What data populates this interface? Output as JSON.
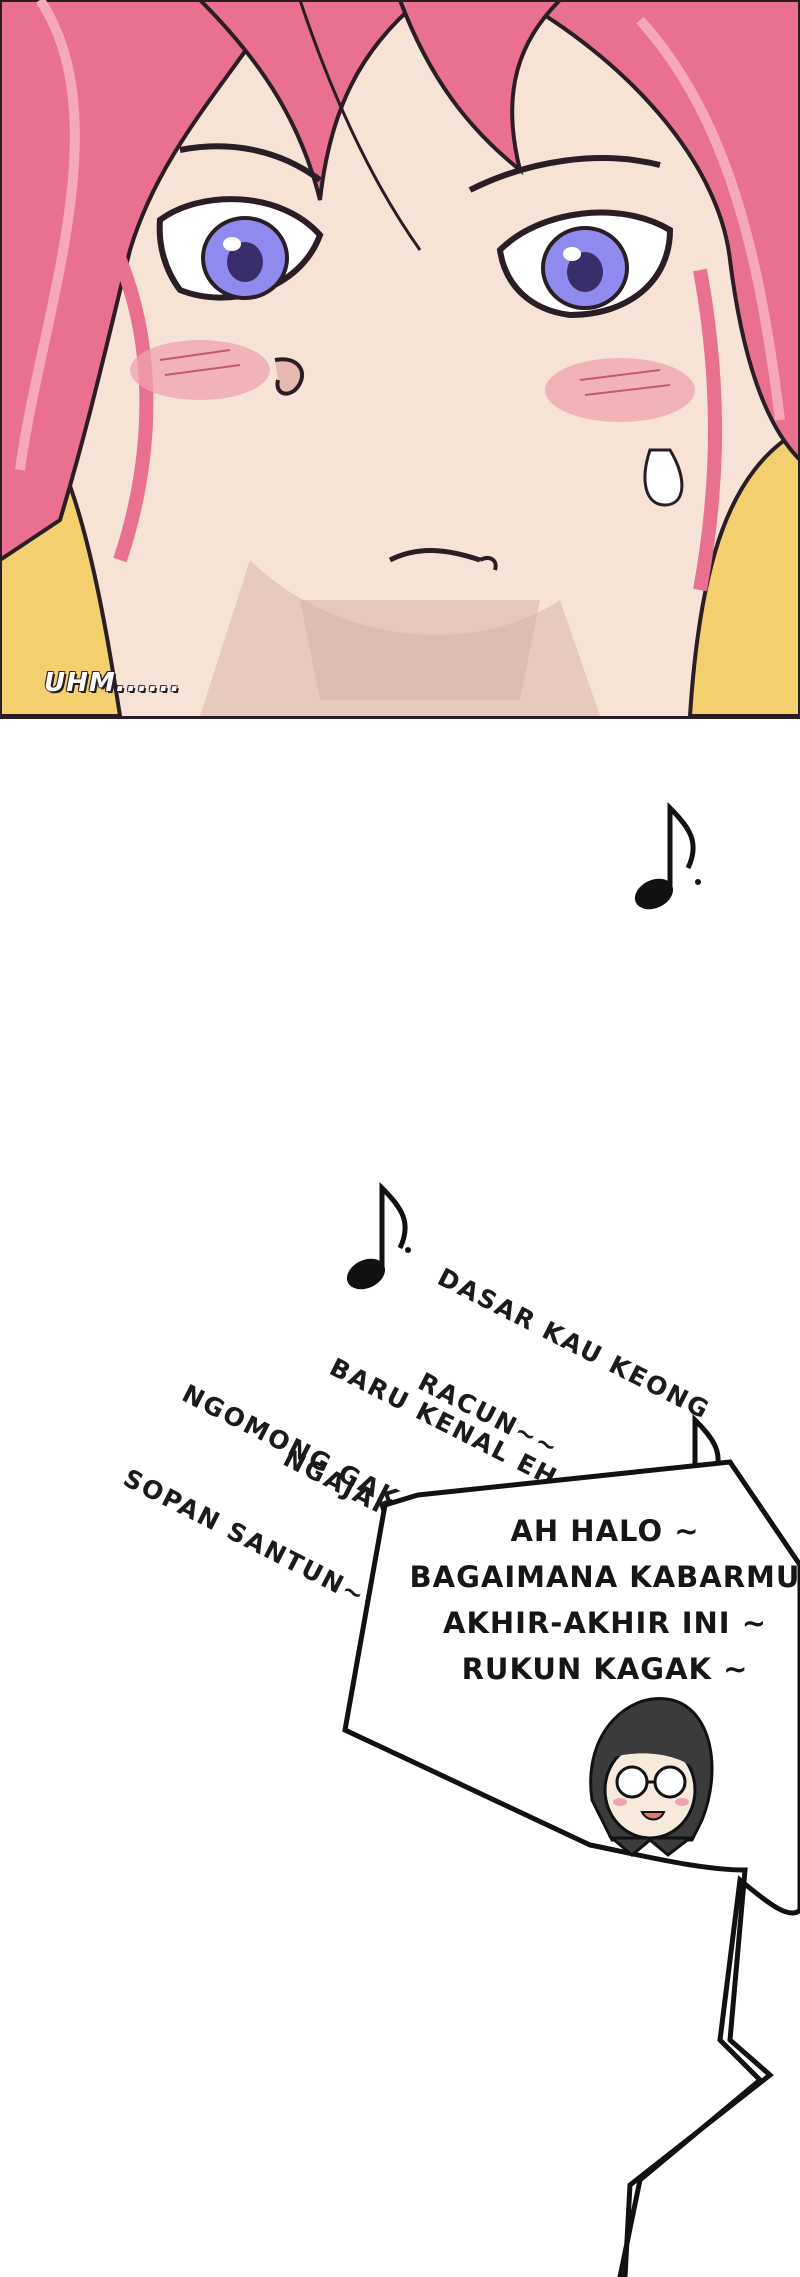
{
  "sfx": {
    "uhm": "UHM......"
  },
  "chant": {
    "group1_line1": "DASAR KAU KEONG",
    "group1_line2": "RACUN~~",
    "group2_line1": "BARU KENAL EH",
    "group2_line2": "NGAJAK TIDUR~~",
    "group3_line1": "NGOMONG GAK",
    "group3_line2": "SOPAN SANTUN~~"
  },
  "bubble": {
    "lines": [
      "AH HALO ~",
      "BAGAIMANA KABARMU",
      "AKHIR-AKHIR INI ~",
      "RUKUN KAGAK ~"
    ]
  },
  "colors": {
    "hair": "#e9708f",
    "skin": "#f6e3d6",
    "blush": "#f0a3ac",
    "eye": "#8f8bee",
    "hoodie": "#f3cf6e",
    "ink": "#2a1e24"
  },
  "icons": [
    "music-note-icon",
    "chibi-glasses-character-icon"
  ]
}
